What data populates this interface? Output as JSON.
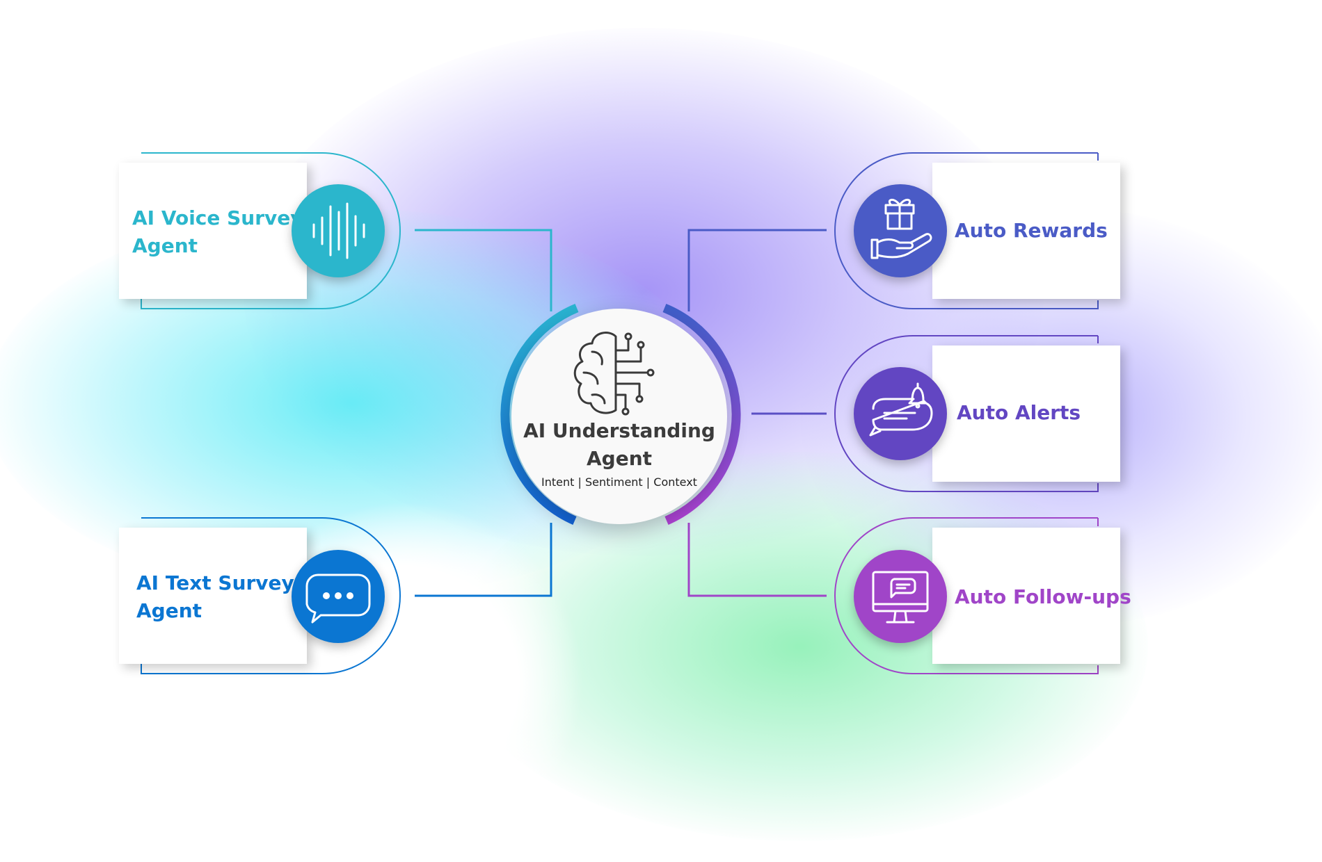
{
  "center": {
    "title": "AI Understanding Agent",
    "subtitle": "Intent | Sentiment | Context",
    "icon": "brain-circuit-icon"
  },
  "inputs": [
    {
      "label_line1": "AI Voice Survey",
      "label_line2": "Agent",
      "icon": "sound-wave-icon",
      "color": "#2bb6cc"
    },
    {
      "label_line1": "AI Text Survey",
      "label_line2": "Agent",
      "icon": "chat-bubble-icon",
      "color": "#0b76d2"
    }
  ],
  "outputs": [
    {
      "label": "Auto Rewards",
      "icon": "gift-hand-icon",
      "color": "#4a5bc6"
    },
    {
      "label": "Auto Alerts",
      "icon": "alert-bell-message-icon",
      "color": "#6246c2"
    },
    {
      "label": "Auto Follow-ups",
      "icon": "monitor-chat-icon",
      "color": "#a045c8"
    }
  ]
}
